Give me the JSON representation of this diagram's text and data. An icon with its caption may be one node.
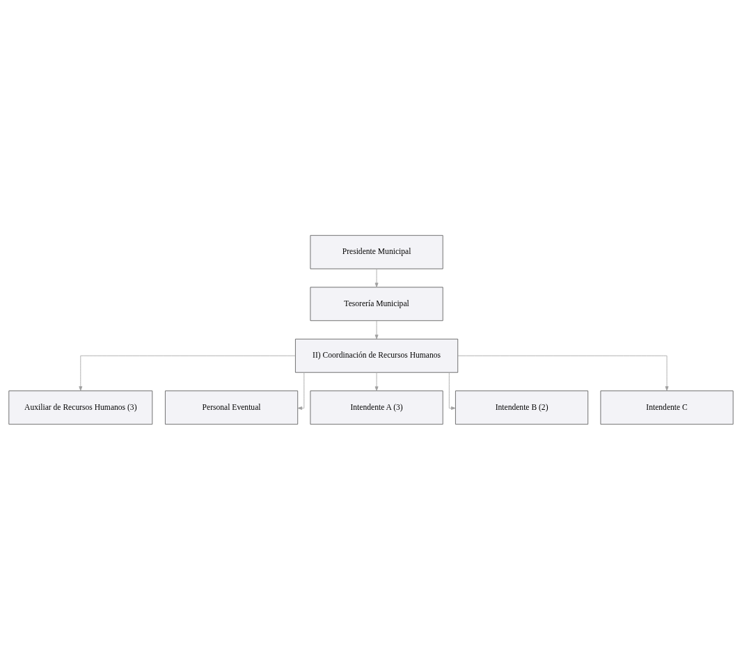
{
  "diagram": {
    "nodes": [
      {
        "text": [
          "Presidente Municipal"
        ]
      },
      {
        "text": [
          "Tesorería Municipal"
        ]
      },
      {
        "text": [
          "II) Coordinación de Recursos Humanos"
        ]
      },
      {
        "text": [
          "Auxiliar de Recursos Humanos (3)"
        ]
      },
      {
        "text": [
          "Personal Eventual"
        ]
      },
      {
        "text": [
          "Intendente A (3)"
        ]
      },
      {
        "text": [
          "Intendente B (2)"
        ]
      },
      {
        "text": [
          "Intendente C"
        ]
      }
    ],
    "edges": [
      {
        "from": 0,
        "to": 1,
        "arrow": "to"
      },
      {
        "from": 1,
        "to": 2,
        "arrow": "to"
      },
      {
        "from": 2,
        "to": 3,
        "arrow": "to"
      },
      {
        "from": 2,
        "to": 4,
        "arrow": "to"
      },
      {
        "from": 2,
        "to": 5,
        "arrow": "to"
      },
      {
        "from": 2,
        "to": 6,
        "arrow": "to"
      },
      {
        "from": 2,
        "to": 7,
        "arrow": "to"
      }
    ]
  }
}
